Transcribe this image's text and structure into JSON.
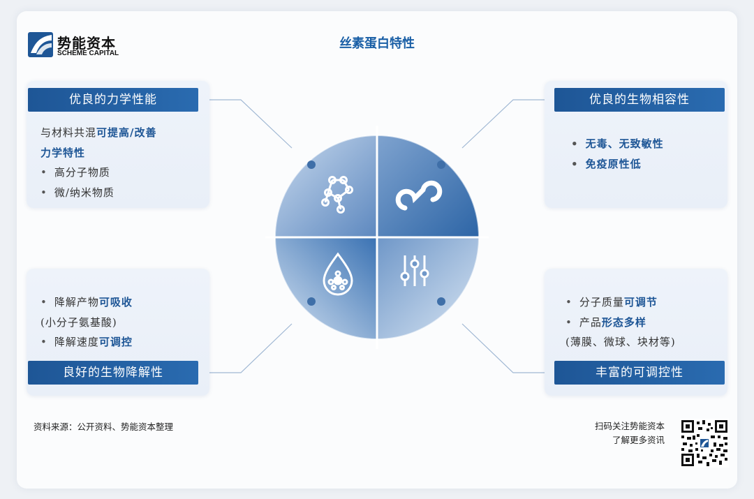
{
  "brand": {
    "name_cn": "势能资本",
    "name_en": "SCHEME CAPITAL",
    "color": "#1e5696"
  },
  "title": "丝素蛋白特性",
  "quadrants": {
    "top_left": {
      "header": "优良的力学性能",
      "lines": {
        "l1_plain": "与材料共混",
        "l1_hl": "可提高/改善",
        "l2_hl": "力学特性",
        "b1": "高分子物质",
        "b2": "微/纳米物质"
      },
      "icon": "molecule-network-icon"
    },
    "top_right": {
      "header": "优良的生物相容性",
      "lines": {
        "b1": "无毒、无致敏性",
        "b2": "免疫原性低"
      },
      "icon": "chain-link-icon"
    },
    "bottom_left": {
      "header": "良好的生物降解性",
      "lines": {
        "b1_plain": "降解产物",
        "b1_hl": "可吸收",
        "l2": "(小分子氨基酸)",
        "b2_plain": "降解速度",
        "b2_hl": "可调控"
      },
      "icon": "droplet-cells-icon"
    },
    "bottom_right": {
      "header": "丰富的可调控性",
      "lines": {
        "b1_plain": "分子质量",
        "b1_hl": "可调节",
        "b2_plain": "产品",
        "b2_hl": "形态多样",
        "l3": "(薄膜、微球、块材等)"
      },
      "icon": "sliders-icon"
    }
  },
  "footer": {
    "source": "资料来源：公开资料、势能资本整理",
    "scan_line1": "扫码关注势能资本",
    "scan_line2": "了解更多资讯"
  }
}
